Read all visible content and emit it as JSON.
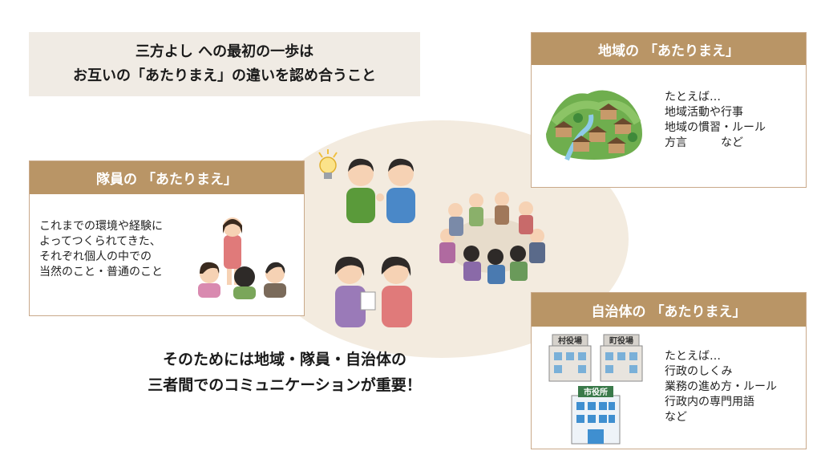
{
  "headline": {
    "line1": "三方よし への最初の一歩は",
    "line2": "お互いの「あたりまえ」の違いを認め合うこと"
  },
  "member_card": {
    "title": "隊員の 「あたりまえ」",
    "lines": [
      "これまでの環境や経験に",
      "よってつくられてきた、",
      "それぞれ個人の中での",
      "当然のこと・普通のこと"
    ]
  },
  "region_card": {
    "title": "地域の 「あたりまえ」",
    "lines": [
      "たとえば…",
      "地域活動や行事",
      "地域の慣習・ルール",
      "方言　　　など"
    ]
  },
  "municipality_card": {
    "title": "自治体の 「あたりまえ」",
    "lines": [
      "たとえば…",
      "行政のしくみ",
      "業務の進め方・ルール",
      "行政内の専門用語",
      "など"
    ],
    "signs": {
      "village": "村役場",
      "town": "町役場",
      "city": "市役所"
    }
  },
  "bottom": {
    "line1": "そのためには地域・隊員・自治体の",
    "line2": "三者間でのコミュニケーションが重要！"
  },
  "colors": {
    "header_brown": "#b99566",
    "ellipse_beige": "#f3ebdf",
    "headline_bg": "#f0ebe4"
  }
}
